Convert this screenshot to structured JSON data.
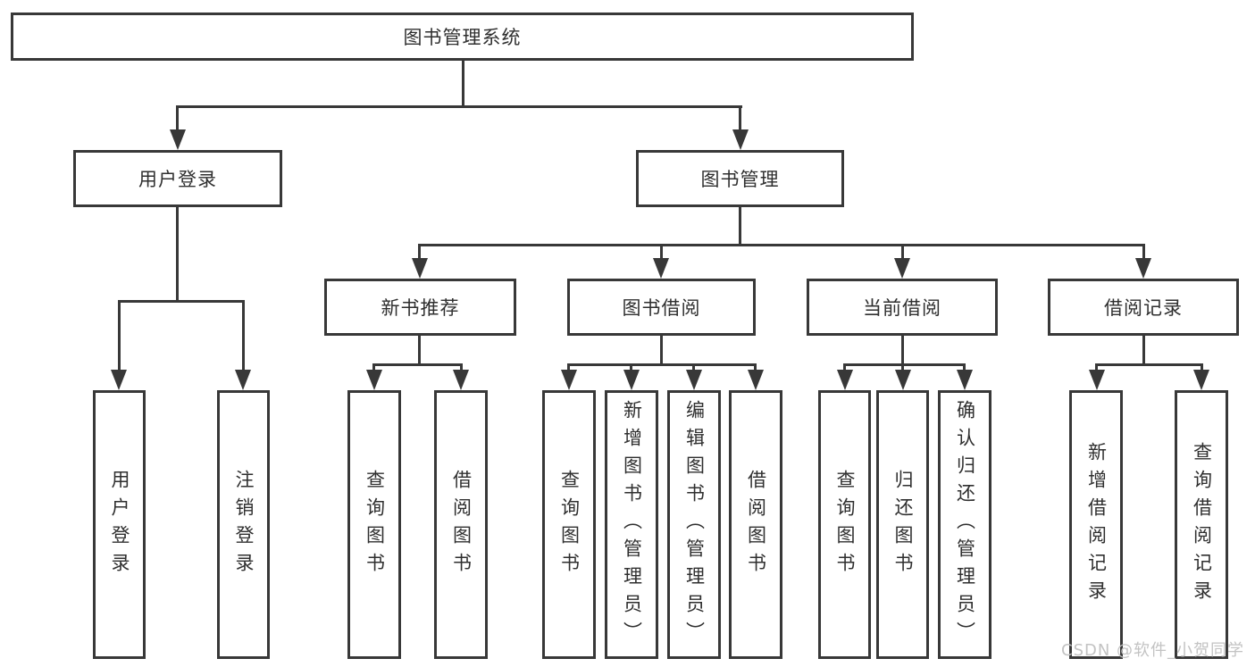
{
  "title": "图书管理系统",
  "user_login": {
    "label": "用户登录",
    "children": {
      "login": "用户登录",
      "logout": "注销登录"
    }
  },
  "book_mgmt": {
    "label": "图书管理",
    "sections": {
      "new_books": {
        "label": "新书推荐",
        "children": {
          "query": "查询图书",
          "borrow": "借阅图书"
        }
      },
      "book_borrow": {
        "label": "图书借阅",
        "children": {
          "query": "查询图书",
          "add": "新增图书（管理员）",
          "edit": "编辑图书（管理员）",
          "borrow": "借阅图书"
        }
      },
      "current_borrow": {
        "label": "当前借阅",
        "children": {
          "query": "查询图书",
          "return": "归还图书",
          "confirm": "确认归还（管理员）"
        }
      },
      "borrow_records": {
        "label": "借阅记录",
        "children": {
          "add": "新增借阅记录",
          "query": "查询借阅记录"
        }
      }
    }
  },
  "watermark": "CSDN @软件_小贺同学",
  "colors": {
    "line": "#383838",
    "text": "#2f2f2f",
    "watermark": "#c3c3c3"
  }
}
